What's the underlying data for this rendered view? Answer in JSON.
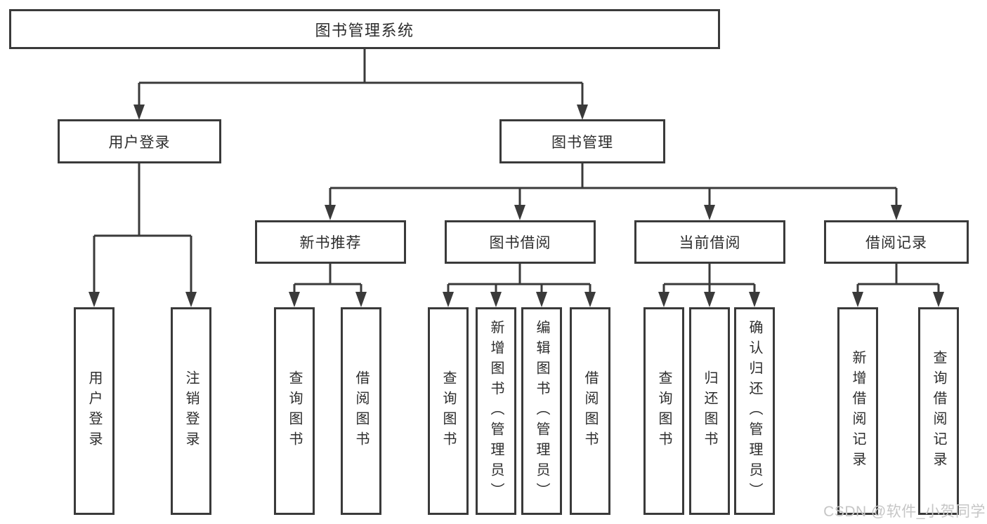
{
  "tree": {
    "root": {
      "label": "图书管理系统",
      "children": [
        {
          "label": "用户登录",
          "children": [
            {
              "label": "用户登录"
            },
            {
              "label": "注销登录"
            }
          ]
        },
        {
          "label": "图书管理",
          "children": [
            {
              "label": "新书推荐",
              "children": [
                {
                  "label": "查询图书"
                },
                {
                  "label": "借阅图书"
                }
              ]
            },
            {
              "label": "图书借阅",
              "children": [
                {
                  "label": "查询图书"
                },
                {
                  "label": "新增图书（管理员）"
                },
                {
                  "label": "编辑图书（管理员）"
                },
                {
                  "label": "借阅图书"
                }
              ]
            },
            {
              "label": "当前借阅",
              "children": [
                {
                  "label": "查询图书"
                },
                {
                  "label": "归还图书"
                },
                {
                  "label": "确认归还（管理员）"
                }
              ]
            },
            {
              "label": "借阅记录",
              "children": [
                {
                  "label": "新增借阅记录"
                },
                {
                  "label": "查询借阅记录"
                }
              ]
            }
          ]
        }
      ]
    }
  },
  "colors": {
    "line": "#3a3a3a",
    "border": "#3a3a3a",
    "text": "#2d2d2d",
    "watermark": "#c6c6c6"
  },
  "watermark": {
    "text": "CSDN @软件_小贺同学"
  }
}
